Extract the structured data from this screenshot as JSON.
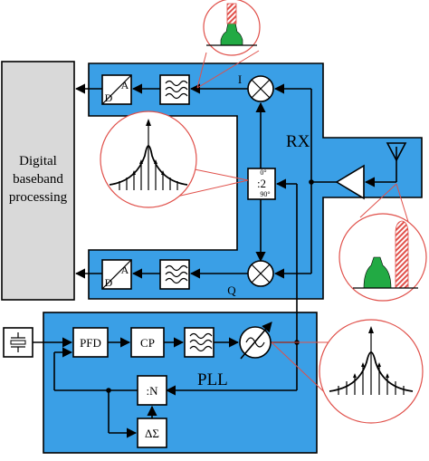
{
  "baseband": {
    "label_lines": [
      "Digital",
      "baseband",
      "processing"
    ]
  },
  "rx": {
    "title": "RX",
    "i_label": "I",
    "q_label": "Q",
    "adc_a": "A",
    "adc_d": "D",
    "divider": {
      "ratio": ":2",
      "phase_top": "0°",
      "phase_bottom": "90°"
    }
  },
  "pll": {
    "title": "PLL",
    "pfd": "PFD",
    "cp": "CP",
    "divider": ":N",
    "sigma_delta": "ΔΣ"
  },
  "colors": {
    "rx_fill": "#3a9fe6",
    "pll_fill": "#3a9fe6",
    "baseband_fill": "#d9d9d9",
    "spectrum_circle": "#e0504a",
    "desired_signal": "#22aa44",
    "blocker_signal": "#e0504a"
  }
}
